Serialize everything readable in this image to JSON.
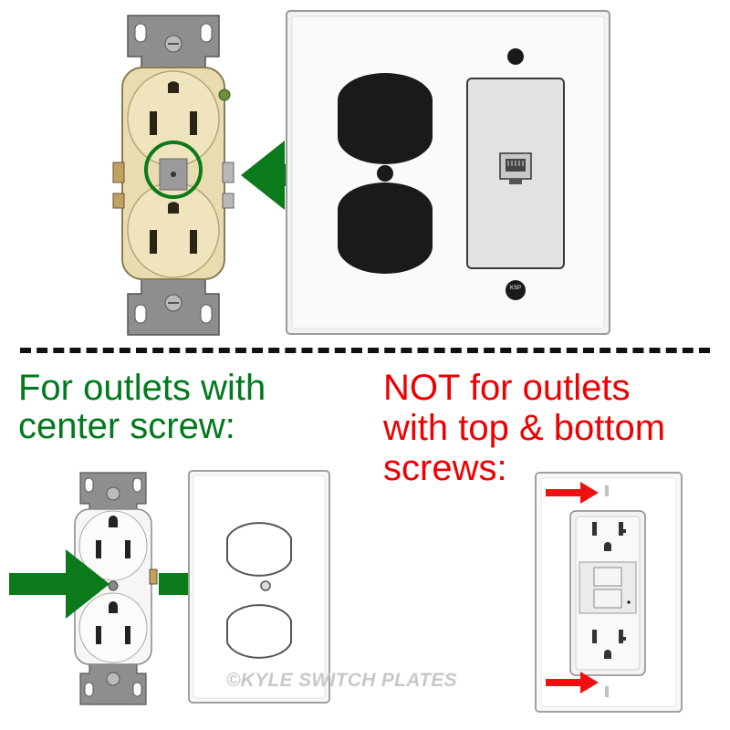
{
  "headings": {
    "fits": "For outlets with center screw:",
    "not_fits_line1": "NOT for outlets",
    "not_fits_line2": "with top & bottom",
    "not_fits_line3": "screws:"
  },
  "watermark": "©KYLE SWITCH PLATES",
  "plate_logo": "KSP",
  "colors": {
    "green": "#007a1c",
    "red": "#ee0000",
    "arrow_green": "#0a7a1a",
    "arrow_red": "#ee1111"
  }
}
